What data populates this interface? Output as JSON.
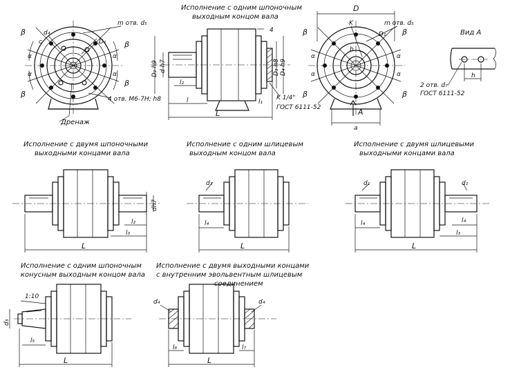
{
  "captions": {
    "top_center": [
      "Исполнение с одним шпоночным",
      "выходным концом вала"
    ],
    "row2_left": [
      "Исполнение с двумя шпоночными",
      "выходными концами вала"
    ],
    "row2_center": [
      "Исполнение с одним шлицевым",
      "выходным концом вала"
    ],
    "row2_right": [
      "Исполнение с двумя шлицевыми",
      "выходными концами вала"
    ],
    "row3_left": [
      "Исполнение с одним шпоночным",
      "конусным выходным концом вала"
    ],
    "row3_right": [
      "Исполнение с двумя выходными концами",
      "с внутренним эвольвентным шлицевым",
      "соединением"
    ]
  },
  "labels": {
    "m_otv_d5": "m отв. d₅",
    "d4": "d₄",
    "c": "c",
    "D1": "D₁",
    "beta": "β",
    "alpha": "α",
    "thread": "4 отв. М6-7Н; h8",
    "drain": "Дренаж",
    "D2_h9": "D₂ h9",
    "d_h7": "d h7",
    "l2": "l₂",
    "l": "l",
    "L": "L",
    "num4": "4",
    "D3_h8": "D₃ h8",
    "D4_h9": "D₄ h9",
    "K": "K 1/4\"",
    "gost": "ГОСТ 6111-52",
    "l1": "l₁",
    "D": "D",
    "K_short": "K",
    "b": "b",
    "A": "A",
    "a": "a",
    "vid_A": "Вид А",
    "h": "h",
    "two_otv_d7": "2 отв. d₇",
    "dh7": "dh7",
    "l3": "l₃",
    "d1": "d₁",
    "l4": "l₄",
    "ratio": "1:10",
    "d3": "d₃",
    "l5": "l₅",
    "l8": "l₈",
    "l7": "l₇"
  }
}
